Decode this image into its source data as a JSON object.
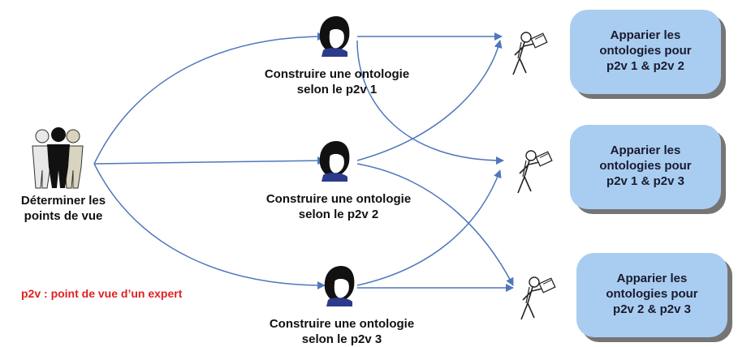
{
  "start": {
    "label_line1": "Déterminer les",
    "label_line2": "points de vue"
  },
  "builders": [
    {
      "line1": "Construire une ontologie",
      "line2": "selon le p2v 1"
    },
    {
      "line1": "Construire une ontologie",
      "line2": "selon le p2v 2"
    },
    {
      "line1": "Construire une ontologie",
      "line2": "selon le p2v 3"
    }
  ],
  "matchers": [
    {
      "line1": "Apparier les",
      "line2": "ontologies pour",
      "line3": "p2v 1 & p2v 2"
    },
    {
      "line1": "Apparier les",
      "line2": "ontologies pour",
      "line3": "p2v 1 & p2v 3"
    },
    {
      "line1": "Apparier les",
      "line2": "ontologies pour",
      "line3": "p2v 2 & p2v 3"
    }
  ],
  "note": "p2v : point de vue d’un expert",
  "colors": {
    "arrow": "#4f77bd",
    "box_fill": "#a9cdf1",
    "box_shadow": "#757575",
    "note": "#e02020"
  },
  "icons": {
    "start": "group-of-people-icon",
    "builder": "expert-heads-icon",
    "matcher": "person-carrying-document-icon"
  }
}
